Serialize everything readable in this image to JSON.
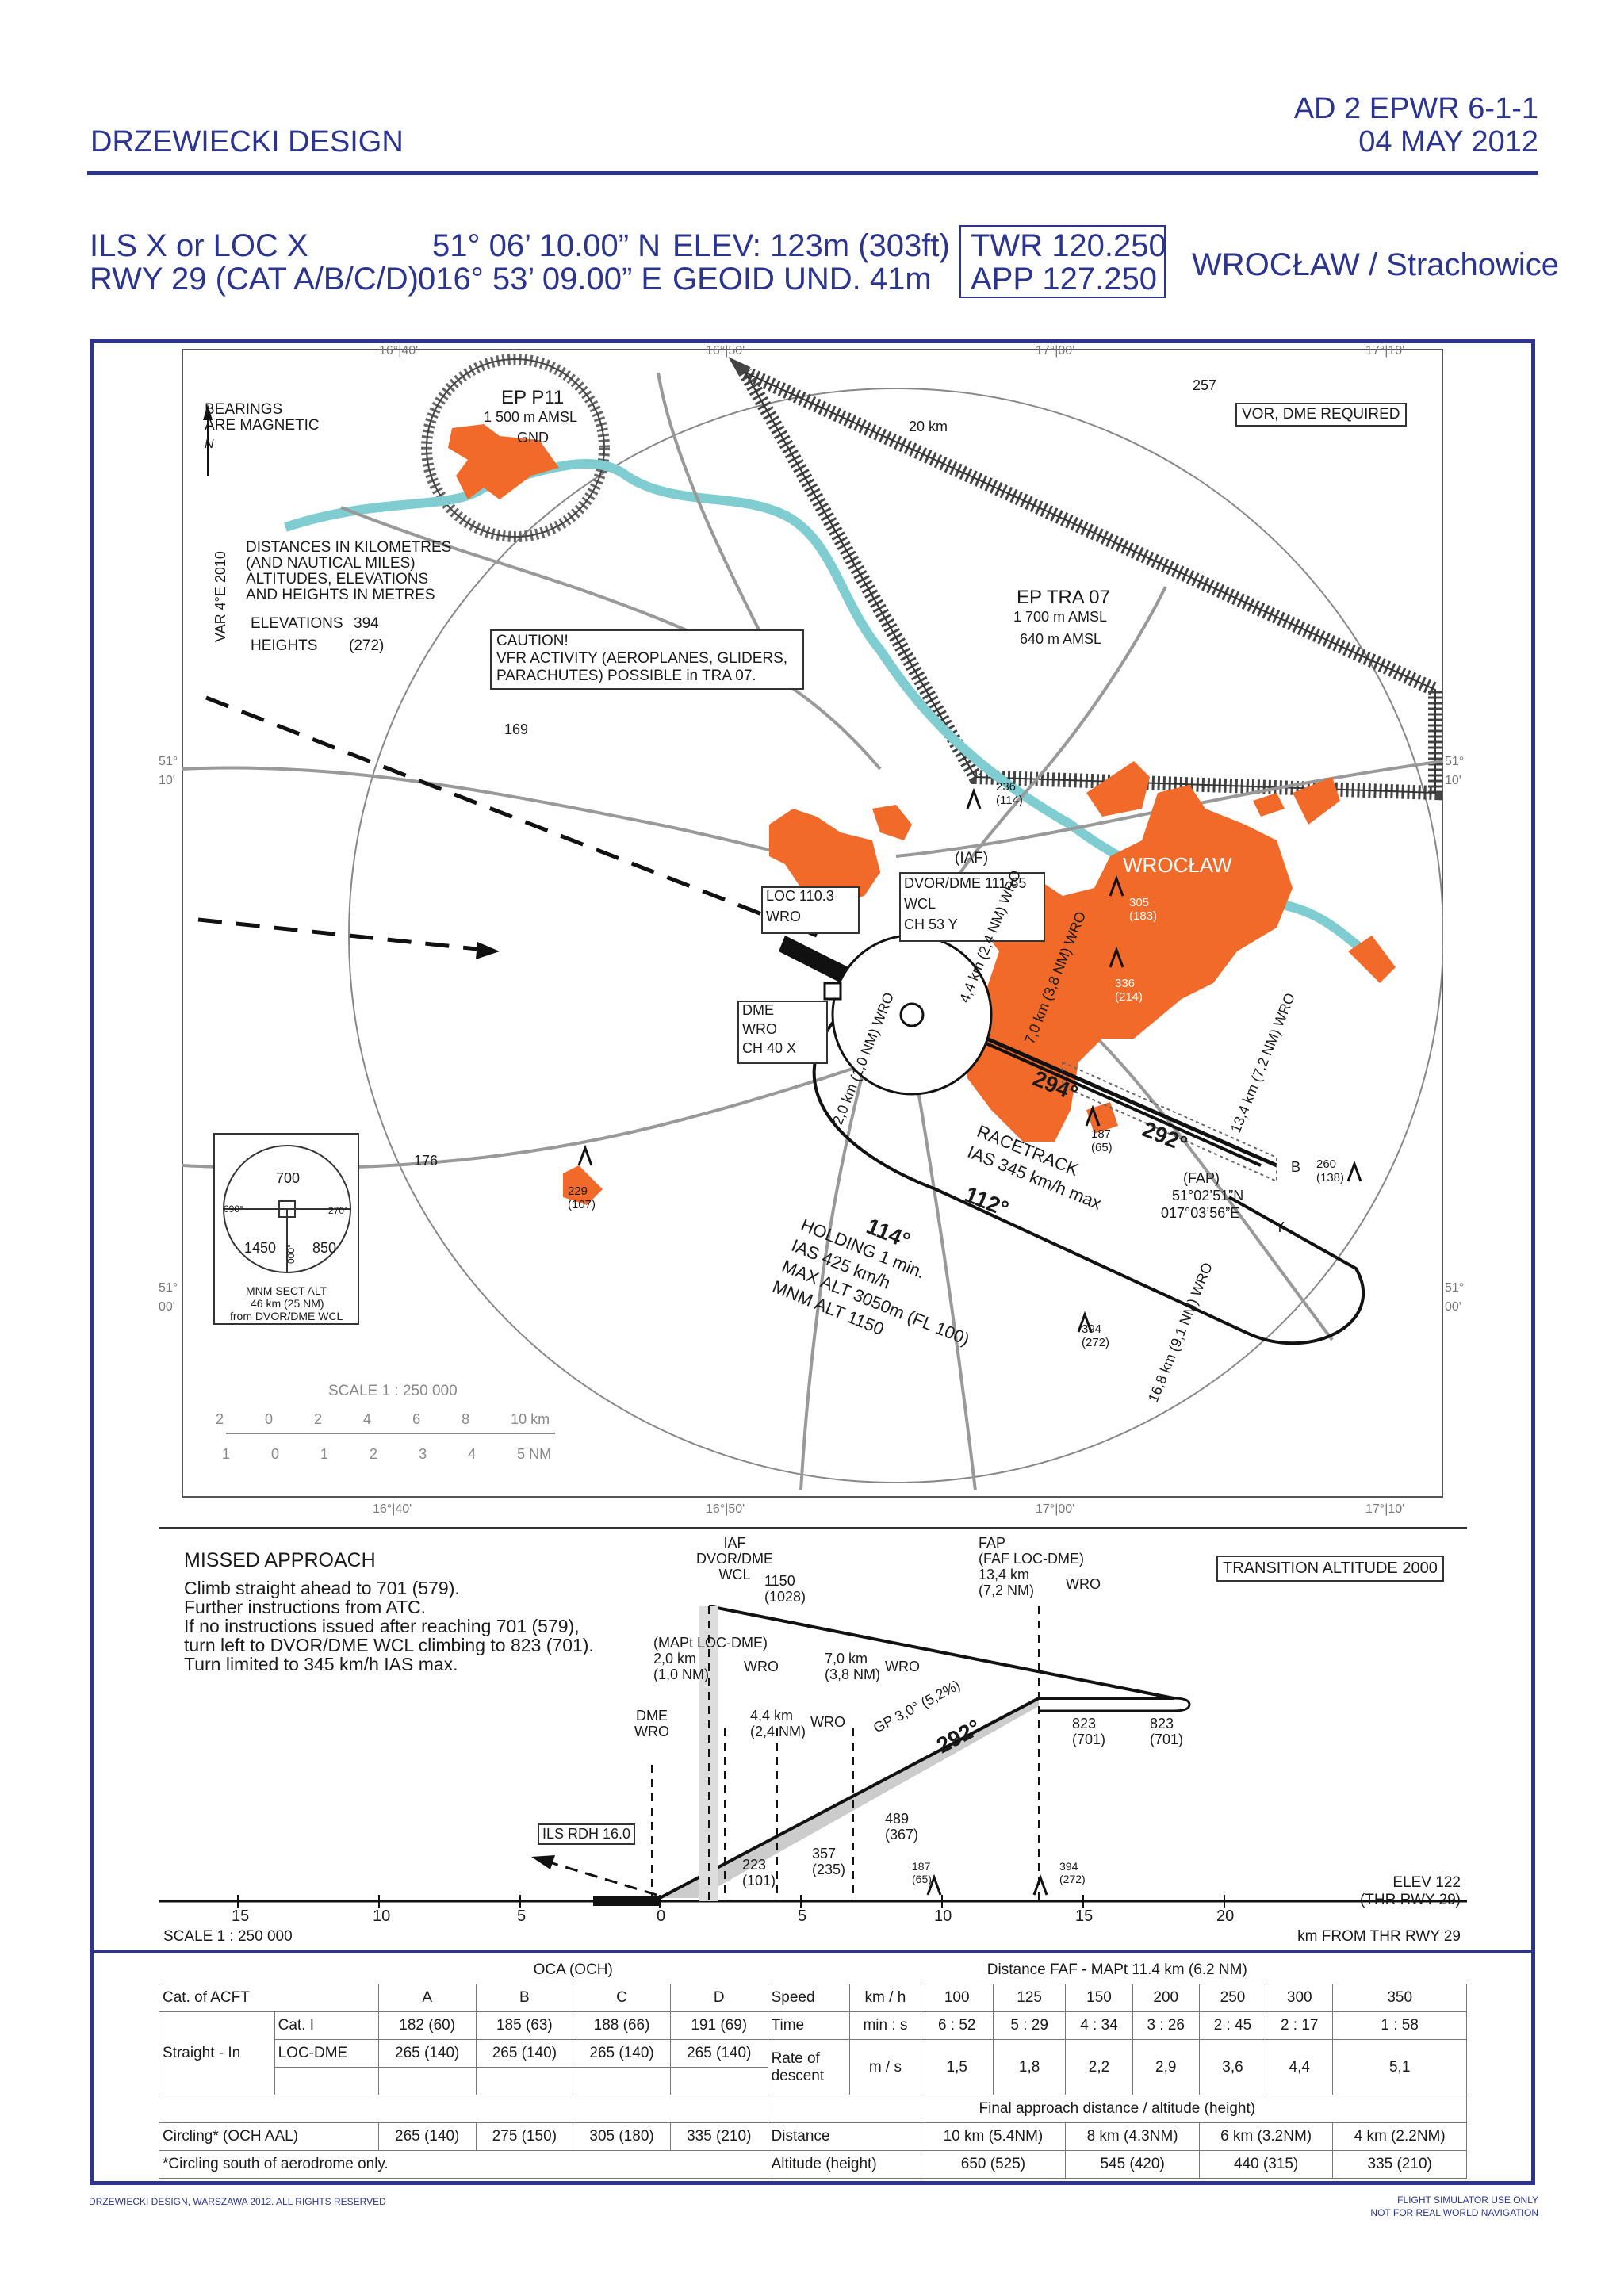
{
  "header": {
    "publisher": "DRZEWIECKI DESIGN",
    "page_ref": "AD 2 EPWR 6-1-1",
    "date": "04 MAY 2012"
  },
  "info": {
    "procedure": "ILS X or LOC X",
    "runway": "RWY 29 (CAT A/B/C/D)",
    "lat": "51° 06’ 10.00” N",
    "lon": "016° 53’ 09.00” E",
    "elev": "ELEV: 123m (303ft)",
    "geoid": "GEOID UND. 41m",
    "twr": "TWR 120.250",
    "app": "APP 127.250",
    "airport": "WROCŁAW / Strachowice"
  },
  "map": {
    "top_ticks": [
      "16°|40'",
      "16°|50'",
      "17°|00'",
      "17°|10'"
    ],
    "bottom_ticks": [
      "16°|40'",
      "16°|50'",
      "17°|00'",
      "17°|10'"
    ],
    "left_lat_top": [
      "51°",
      "10'"
    ],
    "left_lat_bot": [
      "51°",
      "00'"
    ],
    "right_lat_top": [
      "51°",
      "10'"
    ],
    "right_lat_bot": [
      "51°",
      "00'"
    ],
    "bearings": [
      "BEARINGS",
      "ARE MAGNETIC"
    ],
    "north": "N",
    "var": "VAR 4°E 2010",
    "distances_note": [
      "DISTANCES IN KILOMETRES",
      "(AND NAUTICAL MILES)",
      "ALTITUDES, ELEVATIONS",
      "AND HEIGHTS IN METRES"
    ],
    "elevations_label": "ELEVATIONS",
    "elevations_value": "394",
    "heights_label": "HEIGHTS",
    "heights_value": "(272)",
    "ep_p11": [
      "EP P11",
      "1 500 m AMSL",
      "GND"
    ],
    "ep_tra07": [
      "EP TRA 07",
      "1 700 m AMSL",
      "640 m AMSL"
    ],
    "ring_20km": "20 km",
    "vor_dme_required": "VOR, DME REQUIRED",
    "caution": [
      "CAUTION!",
      "VFR ACTIVITY (AEROPLANES, GLIDERS,",
      "PARACHUTES) POSSIBLE in TRA 07."
    ],
    "city": "WROCŁAW",
    "iaf": "(IAF)",
    "loc_box": [
      "LOC  110.3",
      "WRO"
    ],
    "dvor_box": [
      "DVOR/DME 111.65",
      "WCL",
      "CH  53 Y"
    ],
    "dme_box": [
      "DME",
      "WRO",
      "CH  40 X"
    ],
    "spot_elevations": [
      "257",
      "169",
      "176"
    ],
    "obstacles": [
      {
        "e": "236",
        "h": "(114)"
      },
      {
        "e": "305",
        "h": "(183)"
      },
      {
        "e": "336",
        "h": "(214)"
      },
      {
        "e": "187",
        "h": "(65)"
      },
      {
        "e": "229",
        "h": "(107)"
      },
      {
        "e": "260",
        "h": "(138)"
      },
      {
        "e": "394",
        "h": "(272)"
      }
    ],
    "dist_labels": [
      "4,4 km (2,4 NM) WRO",
      "7,0 km (3,8 NM) WRO",
      "2,0 km (1,0 NM) WRO",
      "13,4 km (7,2 NM) WRO",
      "16,8 km (9,1 NM) WRO"
    ],
    "course_294": "294°",
    "course_292": "292°",
    "course_112": "112°",
    "course_114": "114°",
    "racetrack": [
      "RACETRACK",
      "IAS  345 km/h max"
    ],
    "holding": [
      "HOLDING  1 min.",
      "IAS  425 km/h",
      "MAX  ALT  3050m (FL 100)",
      "MNM  ALT  1150"
    ],
    "fap": [
      "(FAP)",
      "51°02’51”N",
      "017°03’56”E"
    ],
    "point_b": "B",
    "point_y": "Y",
    "msa": {
      "n": "700",
      "w": "1450",
      "e": "850",
      "r090": "090°",
      "r270": "270°",
      "r000": "000°",
      "caption": [
        "MNM SECT ALT",
        "46 km (25 NM)",
        "from DVOR/DME WCL"
      ]
    },
    "scale": "SCALE  1 : 250 000",
    "scale_km": [
      "2",
      "0",
      "2",
      "4",
      "6",
      "8",
      "10 km"
    ],
    "scale_nm": [
      "1",
      "0",
      "1",
      "2",
      "3",
      "4",
      "5 NM"
    ]
  },
  "profile": {
    "missed_title": "MISSED APPROACH",
    "missed_text": [
      "Climb straight ahead to 701 (579).",
      "Further instructions from ATC.",
      "If no instructions issued after reaching 701 (579),",
      "turn left to DVOR/DME WCL climbing to 823 (701).",
      "Turn limited to 345 km/h IAS max."
    ],
    "transition": "TRANSITION ALTITUDE 2000",
    "iaf": [
      "IAF",
      "DVOR/DME",
      "WCL"
    ],
    "iaf_alt": [
      "1150",
      "(1028)"
    ],
    "fap": [
      "FAP",
      "(FAF LOC-DME)",
      "13,4 km",
      "(7,2 NM)",
      "WRO"
    ],
    "mapt": [
      "(MAPt LOC-DME)",
      "2,0 km",
      "(1,0 NM)",
      "WRO"
    ],
    "d70": [
      "7,0 km",
      "(3,8 NM)",
      "WRO"
    ],
    "d44": [
      "4,4 km",
      "(2,4 NM)",
      "WRO"
    ],
    "dme": [
      "DME",
      "WRO"
    ],
    "alt823a": [
      "823",
      "(701)"
    ],
    "alt823b": [
      "823",
      "(701)"
    ],
    "gp": "GP 3,0° (5,2%)",
    "course": "292°",
    "alt489": [
      "489",
      "(367)"
    ],
    "alt357": [
      "357",
      "(235)"
    ],
    "alt223": [
      "223",
      "(101)"
    ],
    "obs187": [
      "187",
      "(65)"
    ],
    "obs394": [
      "394",
      "(272)"
    ],
    "rdh": "ILS RDH 16.0",
    "elev": [
      "ELEV 122",
      "(THR RWY 29)"
    ],
    "axis": [
      "15",
      "10",
      "5",
      "0",
      "5",
      "10",
      "15",
      "20"
    ],
    "scale": "SCALE   1 : 250 000",
    "axis_unit": "km FROM THR RWY 29"
  },
  "table": {
    "oca": "OCA (OCH)",
    "dist_faf": "Distance FAF - MAPt  11.4 km (6.2 NM)",
    "cat": "Cat. of ACFT",
    "cats": [
      "A",
      "B",
      "C",
      "D"
    ],
    "speed": "Speed",
    "kmh": "km / h",
    "speeds": [
      "100",
      "125",
      "150",
      "200",
      "250",
      "300",
      "350"
    ],
    "straight": "Straight - In",
    "cat1": "Cat. I",
    "cat1_vals": [
      "182 (60)",
      "185 (63)",
      "188 (66)",
      "191 (69)"
    ],
    "time": "Time",
    "mins": "min : s",
    "times": [
      "6 : 52",
      "5 : 29",
      "4 : 34",
      "3 : 26",
      "2 : 45",
      "2 : 17",
      "1 : 58"
    ],
    "locdme": "LOC-DME",
    "locdme_vals": [
      "265 (140)",
      "265 (140)",
      "265 (140)",
      "265 (140)"
    ],
    "rod": [
      "Rate of",
      "descent"
    ],
    "ms": "m / s",
    "rods": [
      "1,5",
      "1,8",
      "2,2",
      "2,9",
      "3,6",
      "4,4",
      "5,1"
    ],
    "final_title": "Final approach distance / altitude (height)",
    "circling": "Circling* (OCH AAL)",
    "circling_vals": [
      "265 (140)",
      "275 (150)",
      "305 (180)",
      "335 (210)"
    ],
    "distance": "Distance",
    "distances": [
      "10 km (5.4NM)",
      "8 km (4.3NM)",
      "6 km (3.2NM)",
      "4 km (2.2NM)"
    ],
    "circling_note": "*Circling south of aerodrome only.",
    "altitude": "Altitude (height)",
    "altitudes": [
      "650 (525)",
      "545 (420)",
      "440 (315)",
      "335 (210)"
    ]
  },
  "footer": {
    "copyright": "DRZEWIECKI DESIGN, WARSZAWA 2012. ALL RIGHTS RESERVED",
    "sim1": "FLIGHT SIMULATOR USE ONLY",
    "sim2": "NOT FOR REAL WORLD NAVIGATION"
  },
  "colors": {
    "brand": "#2b3590",
    "urban": "#f26a2a",
    "river": "#7fcdd0"
  }
}
